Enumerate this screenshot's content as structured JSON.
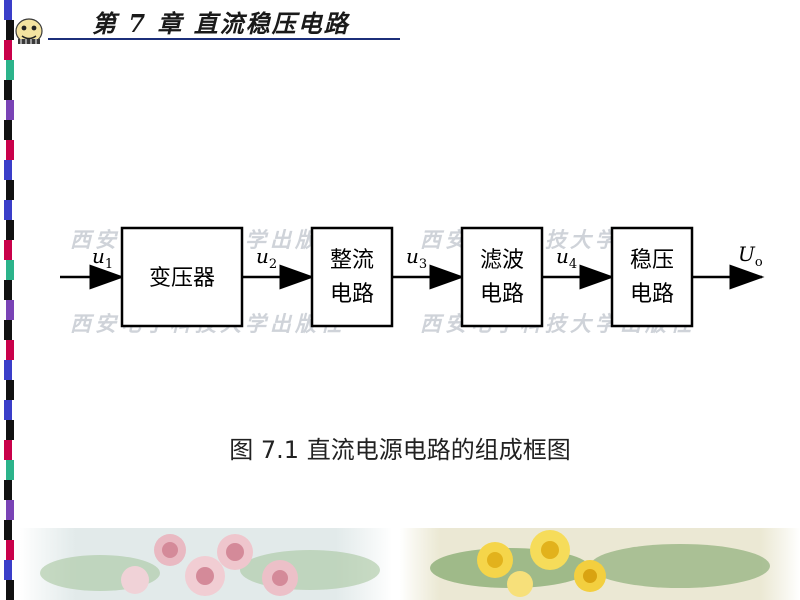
{
  "header": {
    "chapter_title": "第 7 章  直流稳压电路"
  },
  "diagram": {
    "blocks": [
      "变压器",
      "整流|电路",
      "滤波|电路",
      "稳压|电路"
    ],
    "signals": [
      {
        "main": "u",
        "sub": "1"
      },
      {
        "main": "u",
        "sub": "2"
      },
      {
        "main": "u",
        "sub": "3"
      },
      {
        "main": "u",
        "sub": "4"
      },
      {
        "main": "U",
        "sub": "o"
      }
    ],
    "watermark": "西安电子科技大学出版社"
  },
  "caption": "图 7.1 直流电源电路的组成框图",
  "colors": {
    "header_rule": "#1c2f7a",
    "stripe": [
      "#3a3ec9",
      "#111111",
      "#c9004a",
      "#2bb38a",
      "#111111",
      "#7a43b6",
      "#111111",
      "#c9004a",
      "#3a3ec9",
      "#111111"
    ]
  },
  "icons": {
    "logo": "cartoon-face-icon",
    "left_decoration": "rose-bouquet-image",
    "right_decoration": "yellow-rose-image"
  }
}
